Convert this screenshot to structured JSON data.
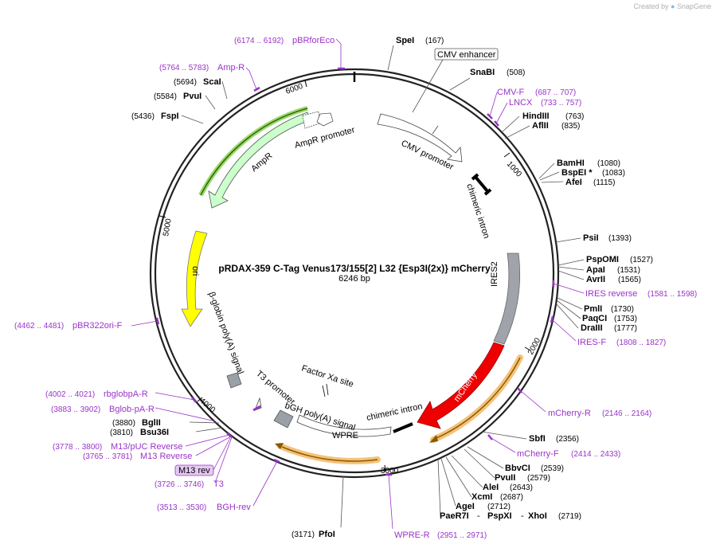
{
  "credit": {
    "prefix": "Created by",
    "brand": "SnapGene"
  },
  "plasmid": {
    "name": "pRDAX-359    C-Tag Venus173/155[2] L32 {Esp3I(2x)} mCherry",
    "size": "6246 bp"
  },
  "ticks": [
    "1000",
    "2000",
    "3000",
    "4000",
    "5000",
    "6000"
  ],
  "sites": [
    {
      "name": "SpeI",
      "pos": "(167)"
    },
    {
      "name": "SnaBI",
      "pos": "(508)"
    },
    {
      "name": "HindIII",
      "pos": "(763)"
    },
    {
      "name": "AflII",
      "pos": "(835)"
    },
    {
      "name": "BamHI",
      "pos": "(1080)"
    },
    {
      "name": "BspEI *",
      "pos": "(1083)"
    },
    {
      "name": "AfeI",
      "pos": "(1115)"
    },
    {
      "name": "PsiI",
      "pos": "(1393)"
    },
    {
      "name": "PspOMI",
      "pos": "(1527)"
    },
    {
      "name": "ApaI",
      "pos": "(1531)"
    },
    {
      "name": "AvrII",
      "pos": "(1565)"
    },
    {
      "name": "PmlI",
      "pos": "(1730)"
    },
    {
      "name": "PaqCI",
      "pos": "(1753)"
    },
    {
      "name": "DraIII",
      "pos": "(1777)"
    },
    {
      "name": "SbfI",
      "pos": "(2356)"
    },
    {
      "name": "BbvCI",
      "pos": "(2539)"
    },
    {
      "name": "PvuII",
      "pos": "(2579)"
    },
    {
      "name": "AleI",
      "pos": "(2643)"
    },
    {
      "name": "XcmI",
      "pos": "(2687)"
    },
    {
      "name": "AgeI",
      "pos": "(2712)"
    },
    {
      "name": "PaeR7I",
      "pos": ""
    },
    {
      "name": "PspXI",
      "pos": ""
    },
    {
      "name": "XhoI",
      "pos": "(2719)"
    },
    {
      "name": "PfoI",
      "pos": "(3171)"
    },
    {
      "name": "Bsu36I",
      "pos": "(3810)"
    },
    {
      "name": "BglII",
      "pos": "(3880)"
    },
    {
      "name": "FspI",
      "pos": "(5436)"
    },
    {
      "name": "PvuI",
      "pos": "(5584)"
    },
    {
      "name": "ScaI",
      "pos": "(5694)"
    }
  ],
  "primers": [
    {
      "name": "pBRforEco",
      "range": "(6174 .. 6192)"
    },
    {
      "name": "Amp-R",
      "range": "(5764 .. 5783)"
    },
    {
      "name": "CMV-F",
      "range": "(687 .. 707)"
    },
    {
      "name": "LNCX",
      "range": "(733 .. 757)"
    },
    {
      "name": "IRES reverse",
      "range": "(1581 .. 1598)"
    },
    {
      "name": "IRES-F",
      "range": "(1808 .. 1827)"
    },
    {
      "name": "mCherry-R",
      "range": "(2146 .. 2164)"
    },
    {
      "name": "mCherry-F",
      "range": "(2414 .. 2433)"
    },
    {
      "name": "WPRE-R",
      "range": "(2951 .. 2971)"
    },
    {
      "name": "BGH-rev",
      "range": "(3513 .. 3530)"
    },
    {
      "name": "T3",
      "range": "(3726 .. 3746)"
    },
    {
      "name": "M13 Reverse",
      "range": "(3765 .. 3781)"
    },
    {
      "name": "M13/pUC Reverse",
      "range": "(3778 .. 3800)"
    },
    {
      "name": "Bglob-pA-R",
      "range": "(3883 .. 3902)"
    },
    {
      "name": "rbglobpA-R",
      "range": "(4002 .. 4021)"
    },
    {
      "name": "pBR322ori-F",
      "range": "(4462 .. 4481)"
    }
  ],
  "features": {
    "cmv_enhancer": "CMV enhancer",
    "cmv_promoter": "CMV promoter",
    "chimeric_intron_1": "chimeric intron",
    "ires2": "IRES2",
    "mcherry": "mCherry",
    "chimeric_intron_2": "chimeric intron",
    "wpre": "WPRE",
    "bgh": "bGH poly(A) signal",
    "factor_xa": "Factor Xa site",
    "t3": "T3 promoter",
    "m13rev": "M13 rev",
    "globin": "β-globin poly(A) signal",
    "ori": "ori",
    "ampr": "AmpR",
    "ampr_promoter": "AmpR promoter"
  },
  "colors": {
    "backbone": "#222222",
    "primer": "#9a33c8",
    "ori": "#ffff00",
    "ampr": "#ccffcc",
    "mcherry": "#ee0000",
    "ires": "#a0a4aa",
    "highlight": "#f5c27a"
  }
}
